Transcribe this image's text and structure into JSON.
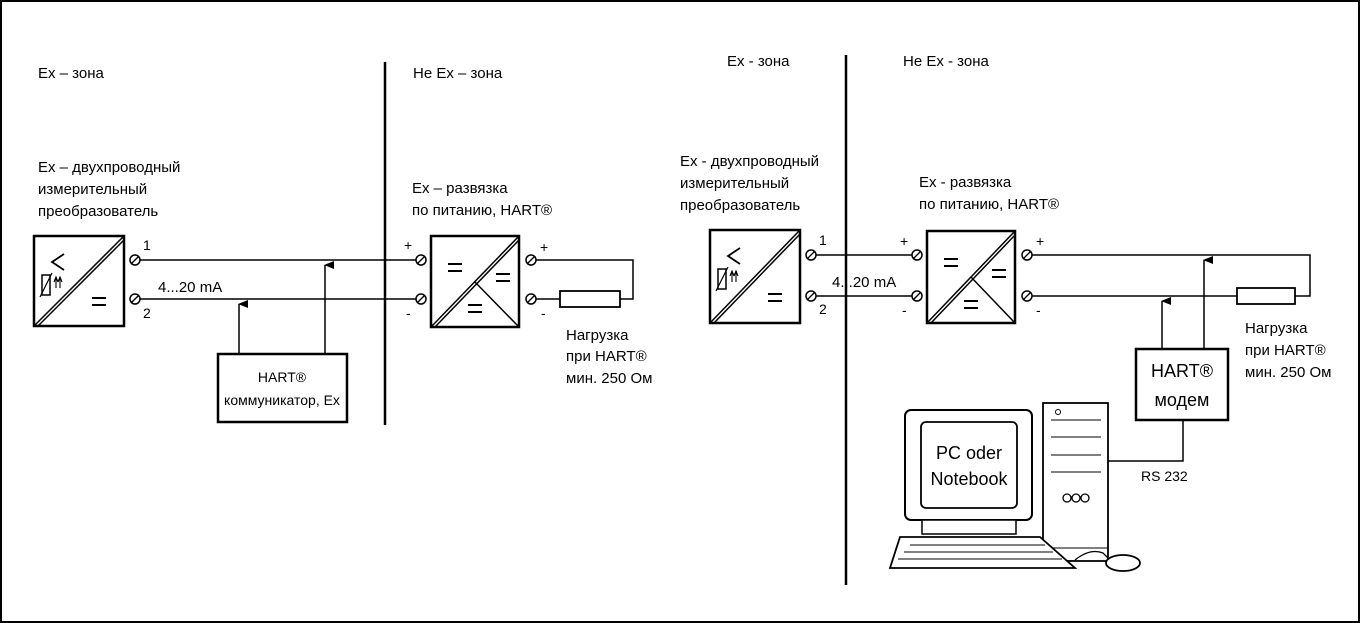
{
  "left": {
    "ex_zone": "Ex – зона",
    "non_ex_zone": "Не Ex – зона",
    "transmitter": [
      "Ex – двухпроводный",
      "измерительный",
      "преобразователь"
    ],
    "isolator": [
      "Ex – развязка",
      "по питанию, HART®"
    ],
    "current": "4...20 mA",
    "terminal_1": "1",
    "terminal_2": "2",
    "plus": "+",
    "minus": "-",
    "communicator": [
      "HART®",
      "коммуникатор, Ex"
    ],
    "load": [
      "Нагрузка",
      "при HART®",
      "мин. 250 Ом"
    ]
  },
  "right": {
    "ex_zone": "Ex - зона",
    "non_ex_zone": "Не Ex - зона",
    "transmitter": [
      "Ex - двухпроводный",
      "измерительный",
      "преобразователь"
    ],
    "isolator": [
      "Ex - развязка",
      "по питанию, HART®"
    ],
    "current": "4...20 mA",
    "terminal_1": "1",
    "terminal_2": "2",
    "plus": "+",
    "minus": "-",
    "modem": [
      "HART®",
      "модем"
    ],
    "load": [
      "Нагрузка",
      "при HART®",
      "мин. 250 Ом"
    ],
    "rs232": "RS 232",
    "pc": [
      "PC oder",
      "Notebook"
    ]
  }
}
